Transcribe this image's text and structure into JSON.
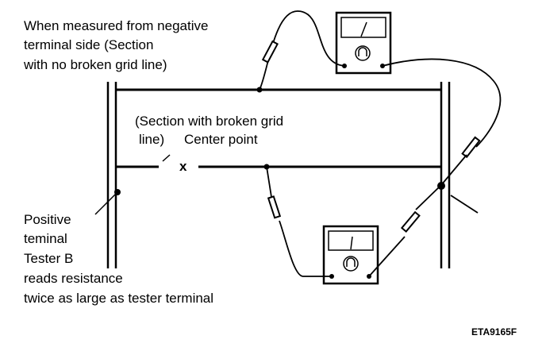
{
  "labels": {
    "top_note": [
      "When measured from negative",
      "terminal side (Section",
      "with no broken grid line)"
    ],
    "broken_section": [
      "(Section with broken grid",
      "line)",
      "Center point"
    ],
    "center_mark": "x",
    "positive_note": [
      "Positive",
      "teminal",
      "Tester B",
      "reads resistance",
      "twice as large as tester terminal"
    ],
    "figure_code": "ETA9165F"
  },
  "icons": {
    "meter_symbol": "ohm-meter-icon",
    "probe": "probe-icon"
  }
}
